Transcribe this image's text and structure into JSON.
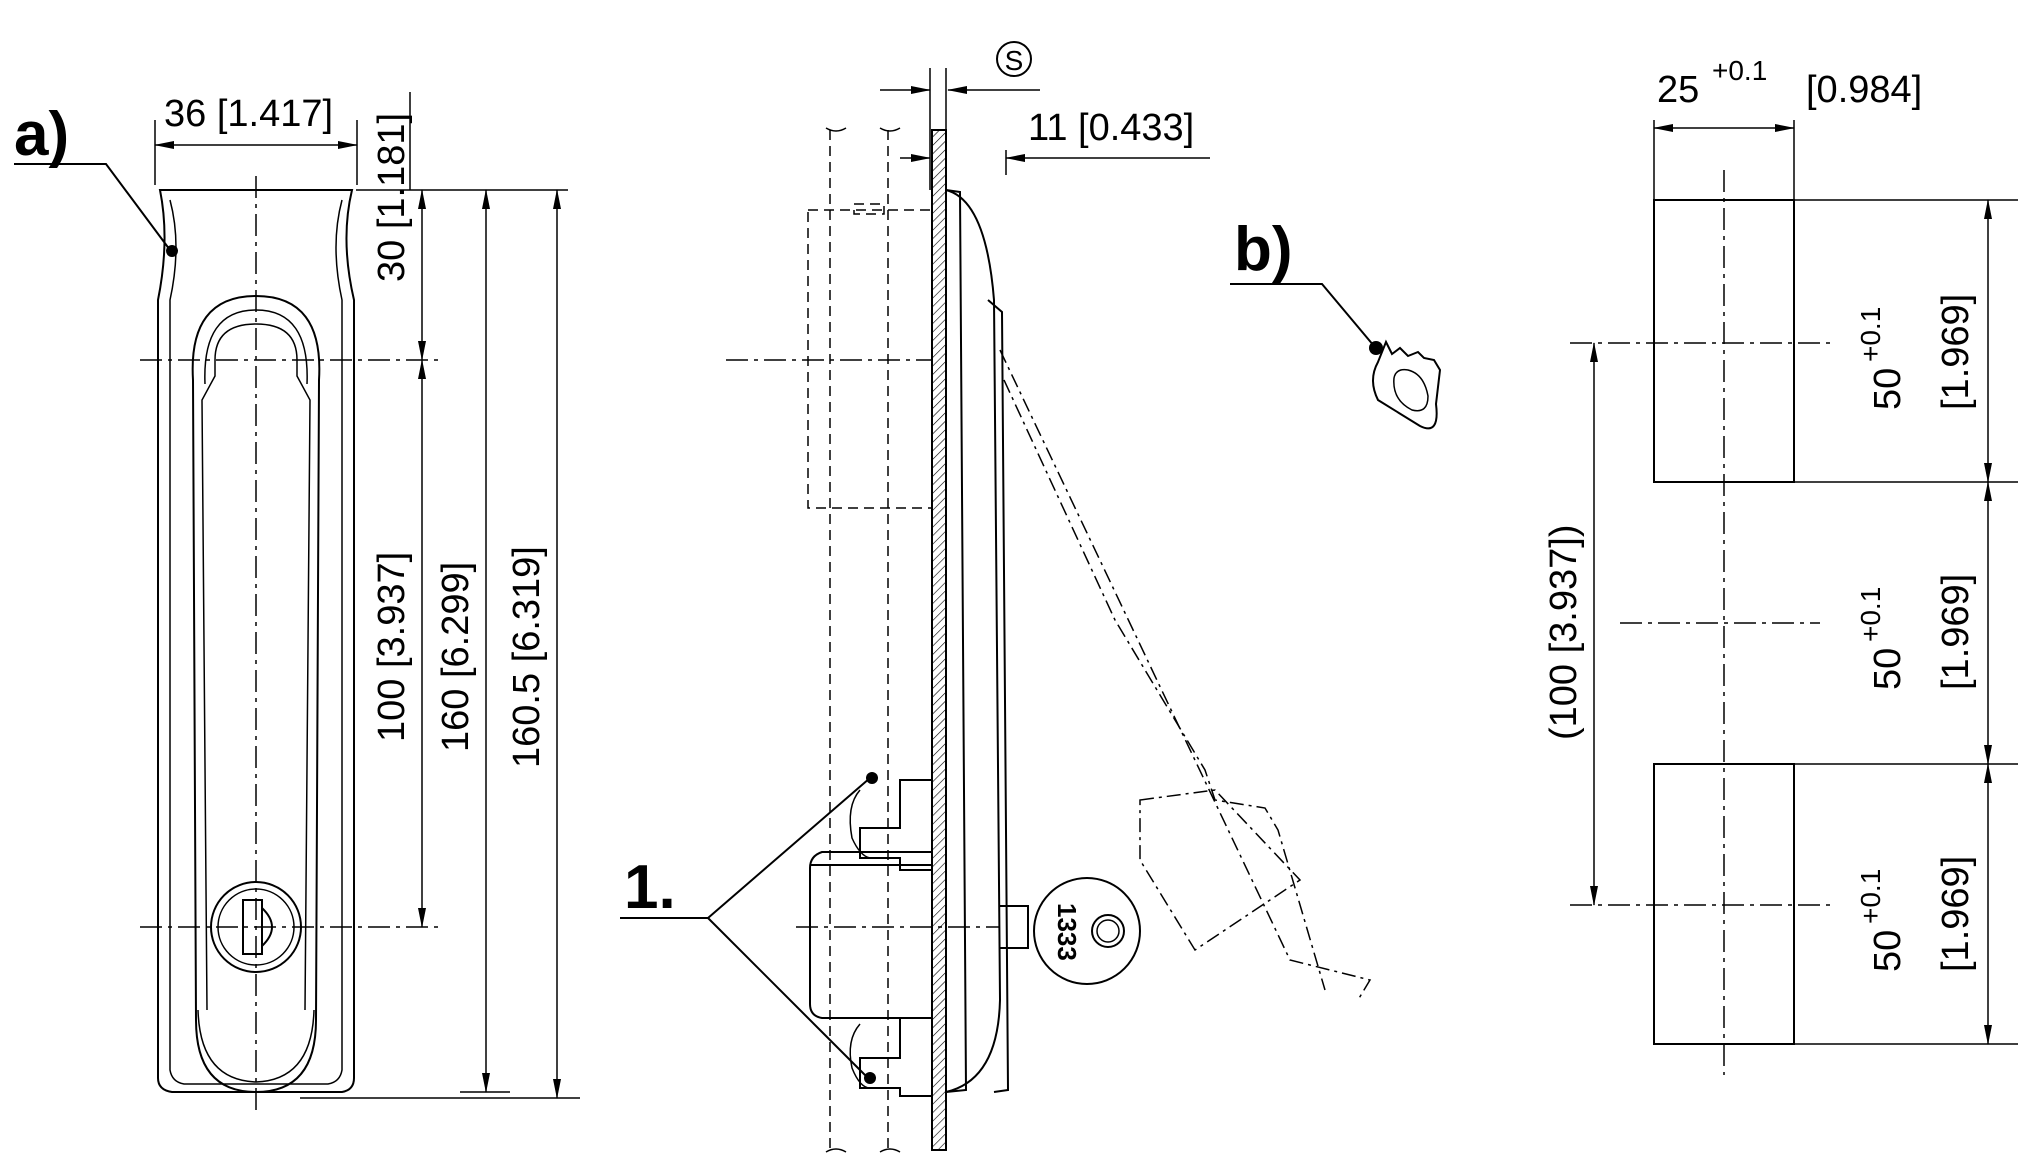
{
  "callouts": {
    "a": "a)",
    "b": "b)",
    "one": "1."
  },
  "front_view": {
    "width_dim": "36 [1.417]",
    "top_dim": "30 [1.181]",
    "dim_100": "100 [3.937]",
    "dim_160": "160 [6.299]",
    "dim_160_5": "160.5 [6.319]"
  },
  "side_view": {
    "s_symbol": "S",
    "dim_11": "11 [0.433]",
    "key_number": "1333"
  },
  "cutout": {
    "width_base": "25",
    "width_tol": "+0.1",
    "width_inch": "[0.984]",
    "pitch": "(100 [3.937])",
    "seg1_base": "50",
    "seg1_tol": "+0.1",
    "seg1_inch": "[1.969]",
    "seg2_base": "50",
    "seg2_tol": "+0.1",
    "seg2_inch": "[1.969]",
    "seg3_base": "50",
    "seg3_tol": "+0.1",
    "seg3_inch": "[1.969]"
  }
}
